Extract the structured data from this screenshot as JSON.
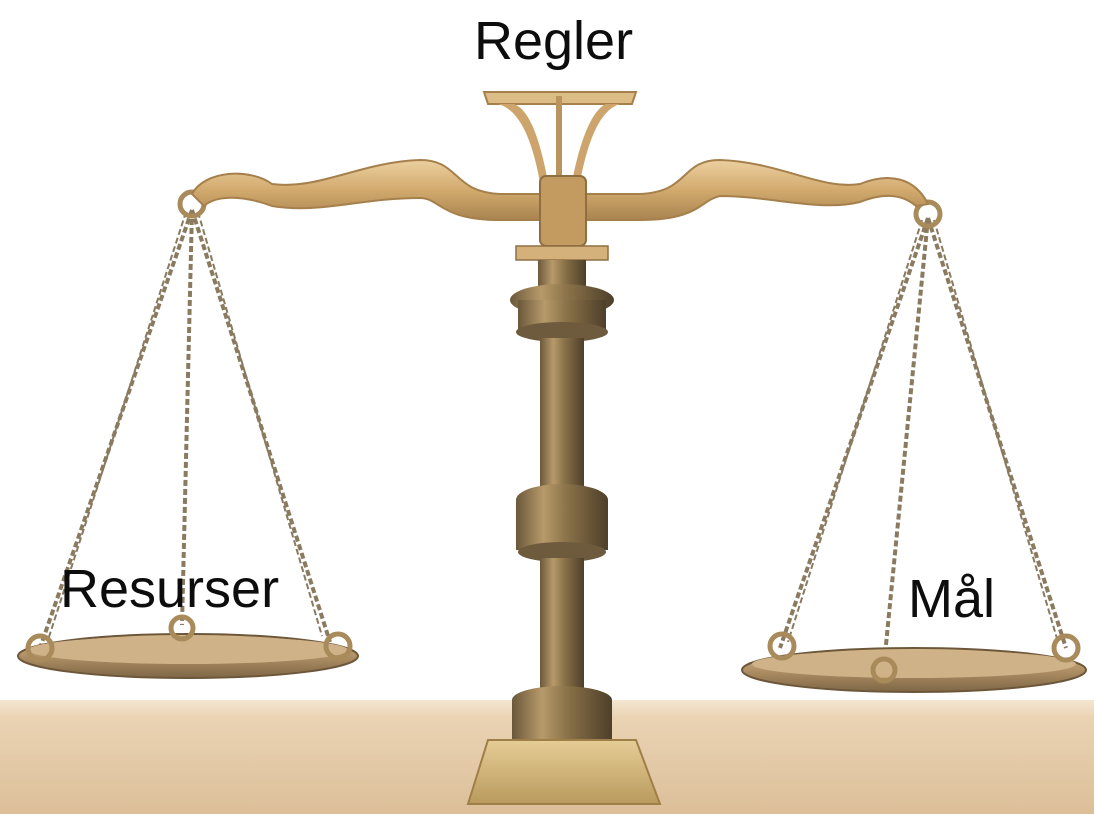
{
  "labels": {
    "top": "Regler",
    "left": "Resurser",
    "right": "Mål"
  },
  "colors": {
    "background": "#ffffff",
    "table": "#e7cfae",
    "brass_light": "#e2c08b",
    "brass_mid": "#c79e5f",
    "brass_dark": "#7d6440",
    "chain": "#8a7a60",
    "text": "#0d0d0d"
  },
  "icons": [
    "balance-scale-icon"
  ]
}
